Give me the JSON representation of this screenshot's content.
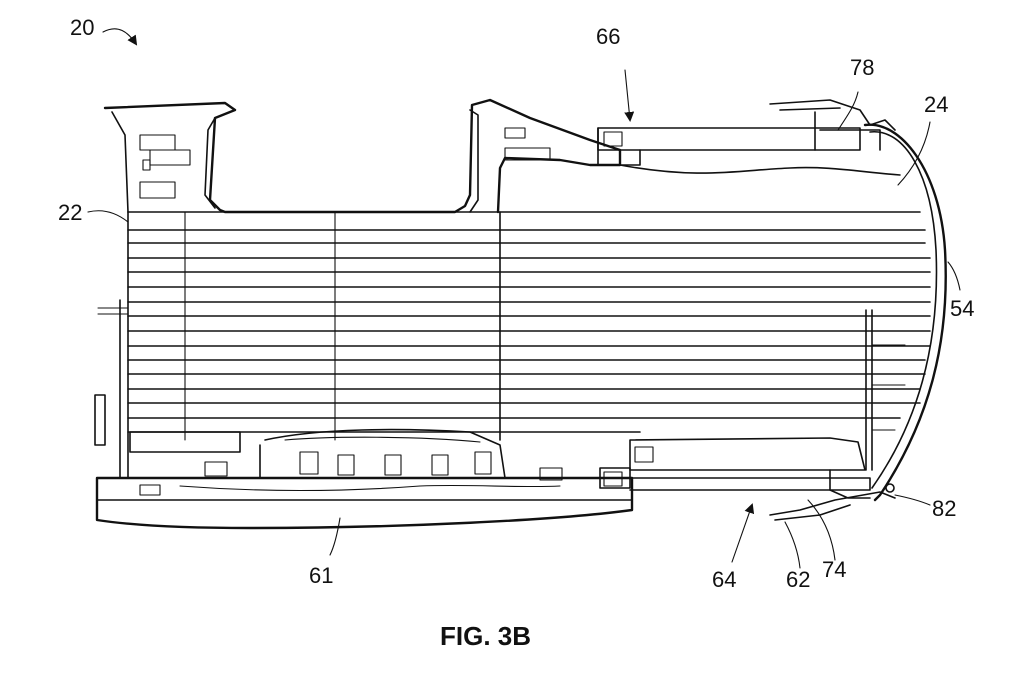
{
  "figure": {
    "caption": "FIG. 3B",
    "reference_numerals": {
      "assembly": "20",
      "front_bed_panel": "22",
      "bed_floor": "24",
      "rear_cable": "54",
      "front_skirt": "61",
      "rear_skirt": "62",
      "bed_extension": "64",
      "top_rail": "66",
      "lower_rail": "74",
      "upper_rail": "78",
      "rear_fastener": "82"
    }
  }
}
